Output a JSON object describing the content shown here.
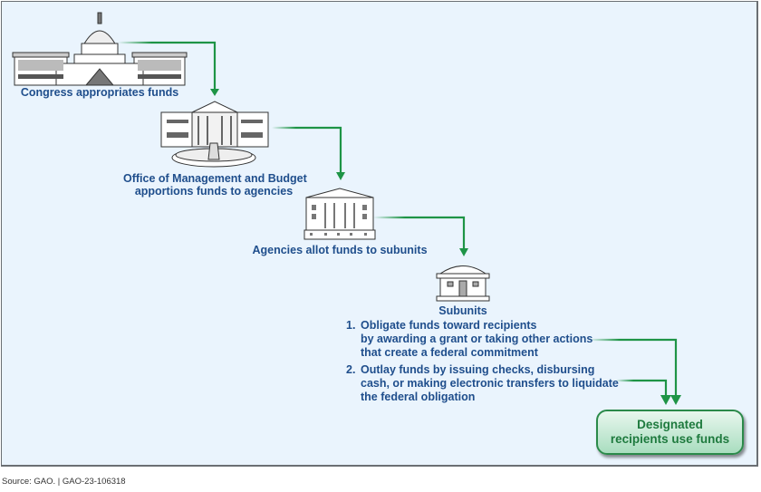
{
  "steps": {
    "congress": {
      "label": "Congress appropriates funds"
    },
    "omb": {
      "label_line1": "Office of Management and Budget",
      "label_line2": "apportions funds to agencies"
    },
    "agencies": {
      "label": "Agencies allot funds to subunits"
    },
    "subunits": {
      "label": "Subunits",
      "actions": [
        {
          "num": "1.",
          "text": "Obligate funds toward recipients\nby awarding a grant or taking other actions\nthat create a federal commitment"
        },
        {
          "num": "2.",
          "text": "Outlay funds by issuing checks, disbursing\ncash, or making electronic transfers to liquidate\nthe federal obligation"
        }
      ]
    },
    "recipients": {
      "label": "Designated\nrecipients use funds"
    }
  },
  "colors": {
    "arrow": "#1e9446",
    "text": "#1f4e8c",
    "background": "#eaf4fd"
  },
  "source": "Source: GAO.  |  GAO-23-106318"
}
